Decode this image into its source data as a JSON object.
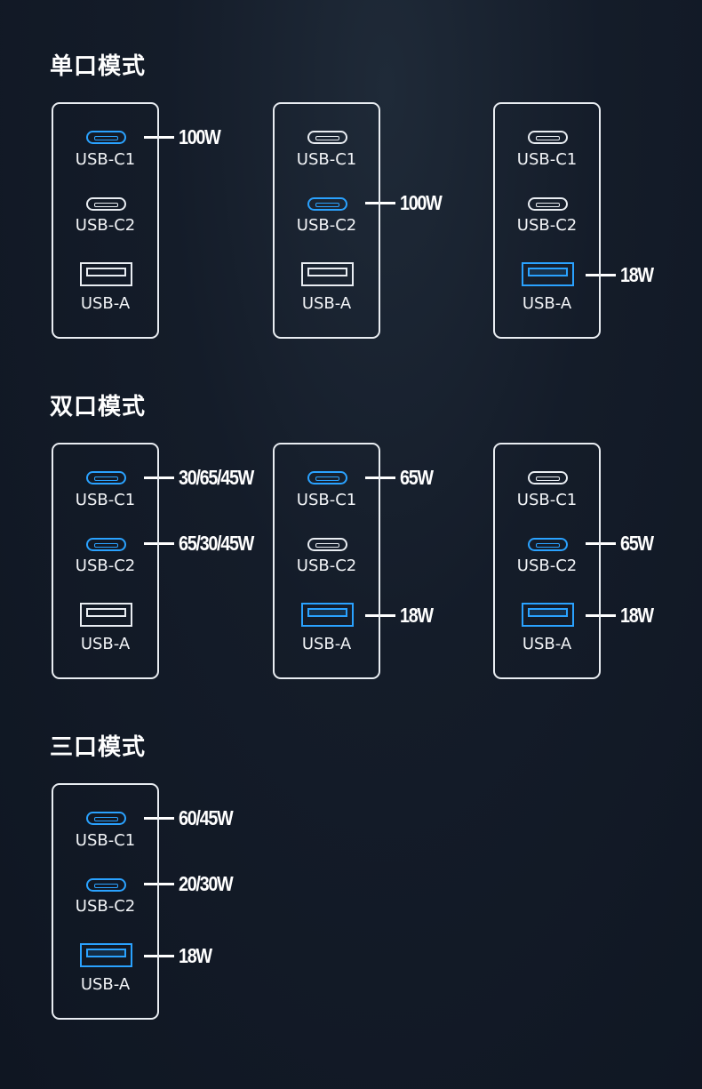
{
  "sections": [
    {
      "title": "单口模式",
      "panels": [
        {
          "ports": [
            {
              "label": "USB-C1",
              "type": "c",
              "active": true,
              "power": "100W"
            },
            {
              "label": "USB-C2",
              "type": "c",
              "active": false,
              "power": ""
            },
            {
              "label": "USB-A",
              "type": "a",
              "active": false,
              "power": ""
            }
          ]
        },
        {
          "ports": [
            {
              "label": "USB-C1",
              "type": "c",
              "active": false,
              "power": ""
            },
            {
              "label": "USB-C2",
              "type": "c",
              "active": true,
              "power": "100W"
            },
            {
              "label": "USB-A",
              "type": "a",
              "active": false,
              "power": ""
            }
          ]
        },
        {
          "ports": [
            {
              "label": "USB-C1",
              "type": "c",
              "active": false,
              "power": ""
            },
            {
              "label": "USB-C2",
              "type": "c",
              "active": false,
              "power": ""
            },
            {
              "label": "USB-A",
              "type": "a",
              "active": true,
              "power": "18W"
            }
          ]
        }
      ]
    },
    {
      "title": "双口模式",
      "panels": [
        {
          "ports": [
            {
              "label": "USB-C1",
              "type": "c",
              "active": true,
              "power": "30/65/45W"
            },
            {
              "label": "USB-C2",
              "type": "c",
              "active": true,
              "power": "65/30/45W"
            },
            {
              "label": "USB-A",
              "type": "a",
              "active": false,
              "power": ""
            }
          ]
        },
        {
          "ports": [
            {
              "label": "USB-C1",
              "type": "c",
              "active": true,
              "power": "65W"
            },
            {
              "label": "USB-C2",
              "type": "c",
              "active": false,
              "power": ""
            },
            {
              "label": "USB-A",
              "type": "a",
              "active": true,
              "power": "18W"
            }
          ]
        },
        {
          "ports": [
            {
              "label": "USB-C1",
              "type": "c",
              "active": false,
              "power": ""
            },
            {
              "label": "USB-C2",
              "type": "c",
              "active": true,
              "power": "65W"
            },
            {
              "label": "USB-A",
              "type": "a",
              "active": true,
              "power": "18W"
            }
          ]
        }
      ]
    },
    {
      "title": "三口模式",
      "panels": [
        {
          "ports": [
            {
              "label": "USB-C1",
              "type": "c",
              "active": true,
              "power": "60/45W"
            },
            {
              "label": "USB-C2",
              "type": "c",
              "active": true,
              "power": "20/30W"
            },
            {
              "label": "USB-A",
              "type": "a",
              "active": true,
              "power": "18W"
            }
          ]
        }
      ]
    }
  ],
  "colors": {
    "active": "#2aa2ff",
    "inactive": "#e9edf2",
    "background": "#141c29"
  },
  "icons": {
    "usb_c": "usb-c-port-icon",
    "usb_a": "usb-a-port-icon"
  }
}
